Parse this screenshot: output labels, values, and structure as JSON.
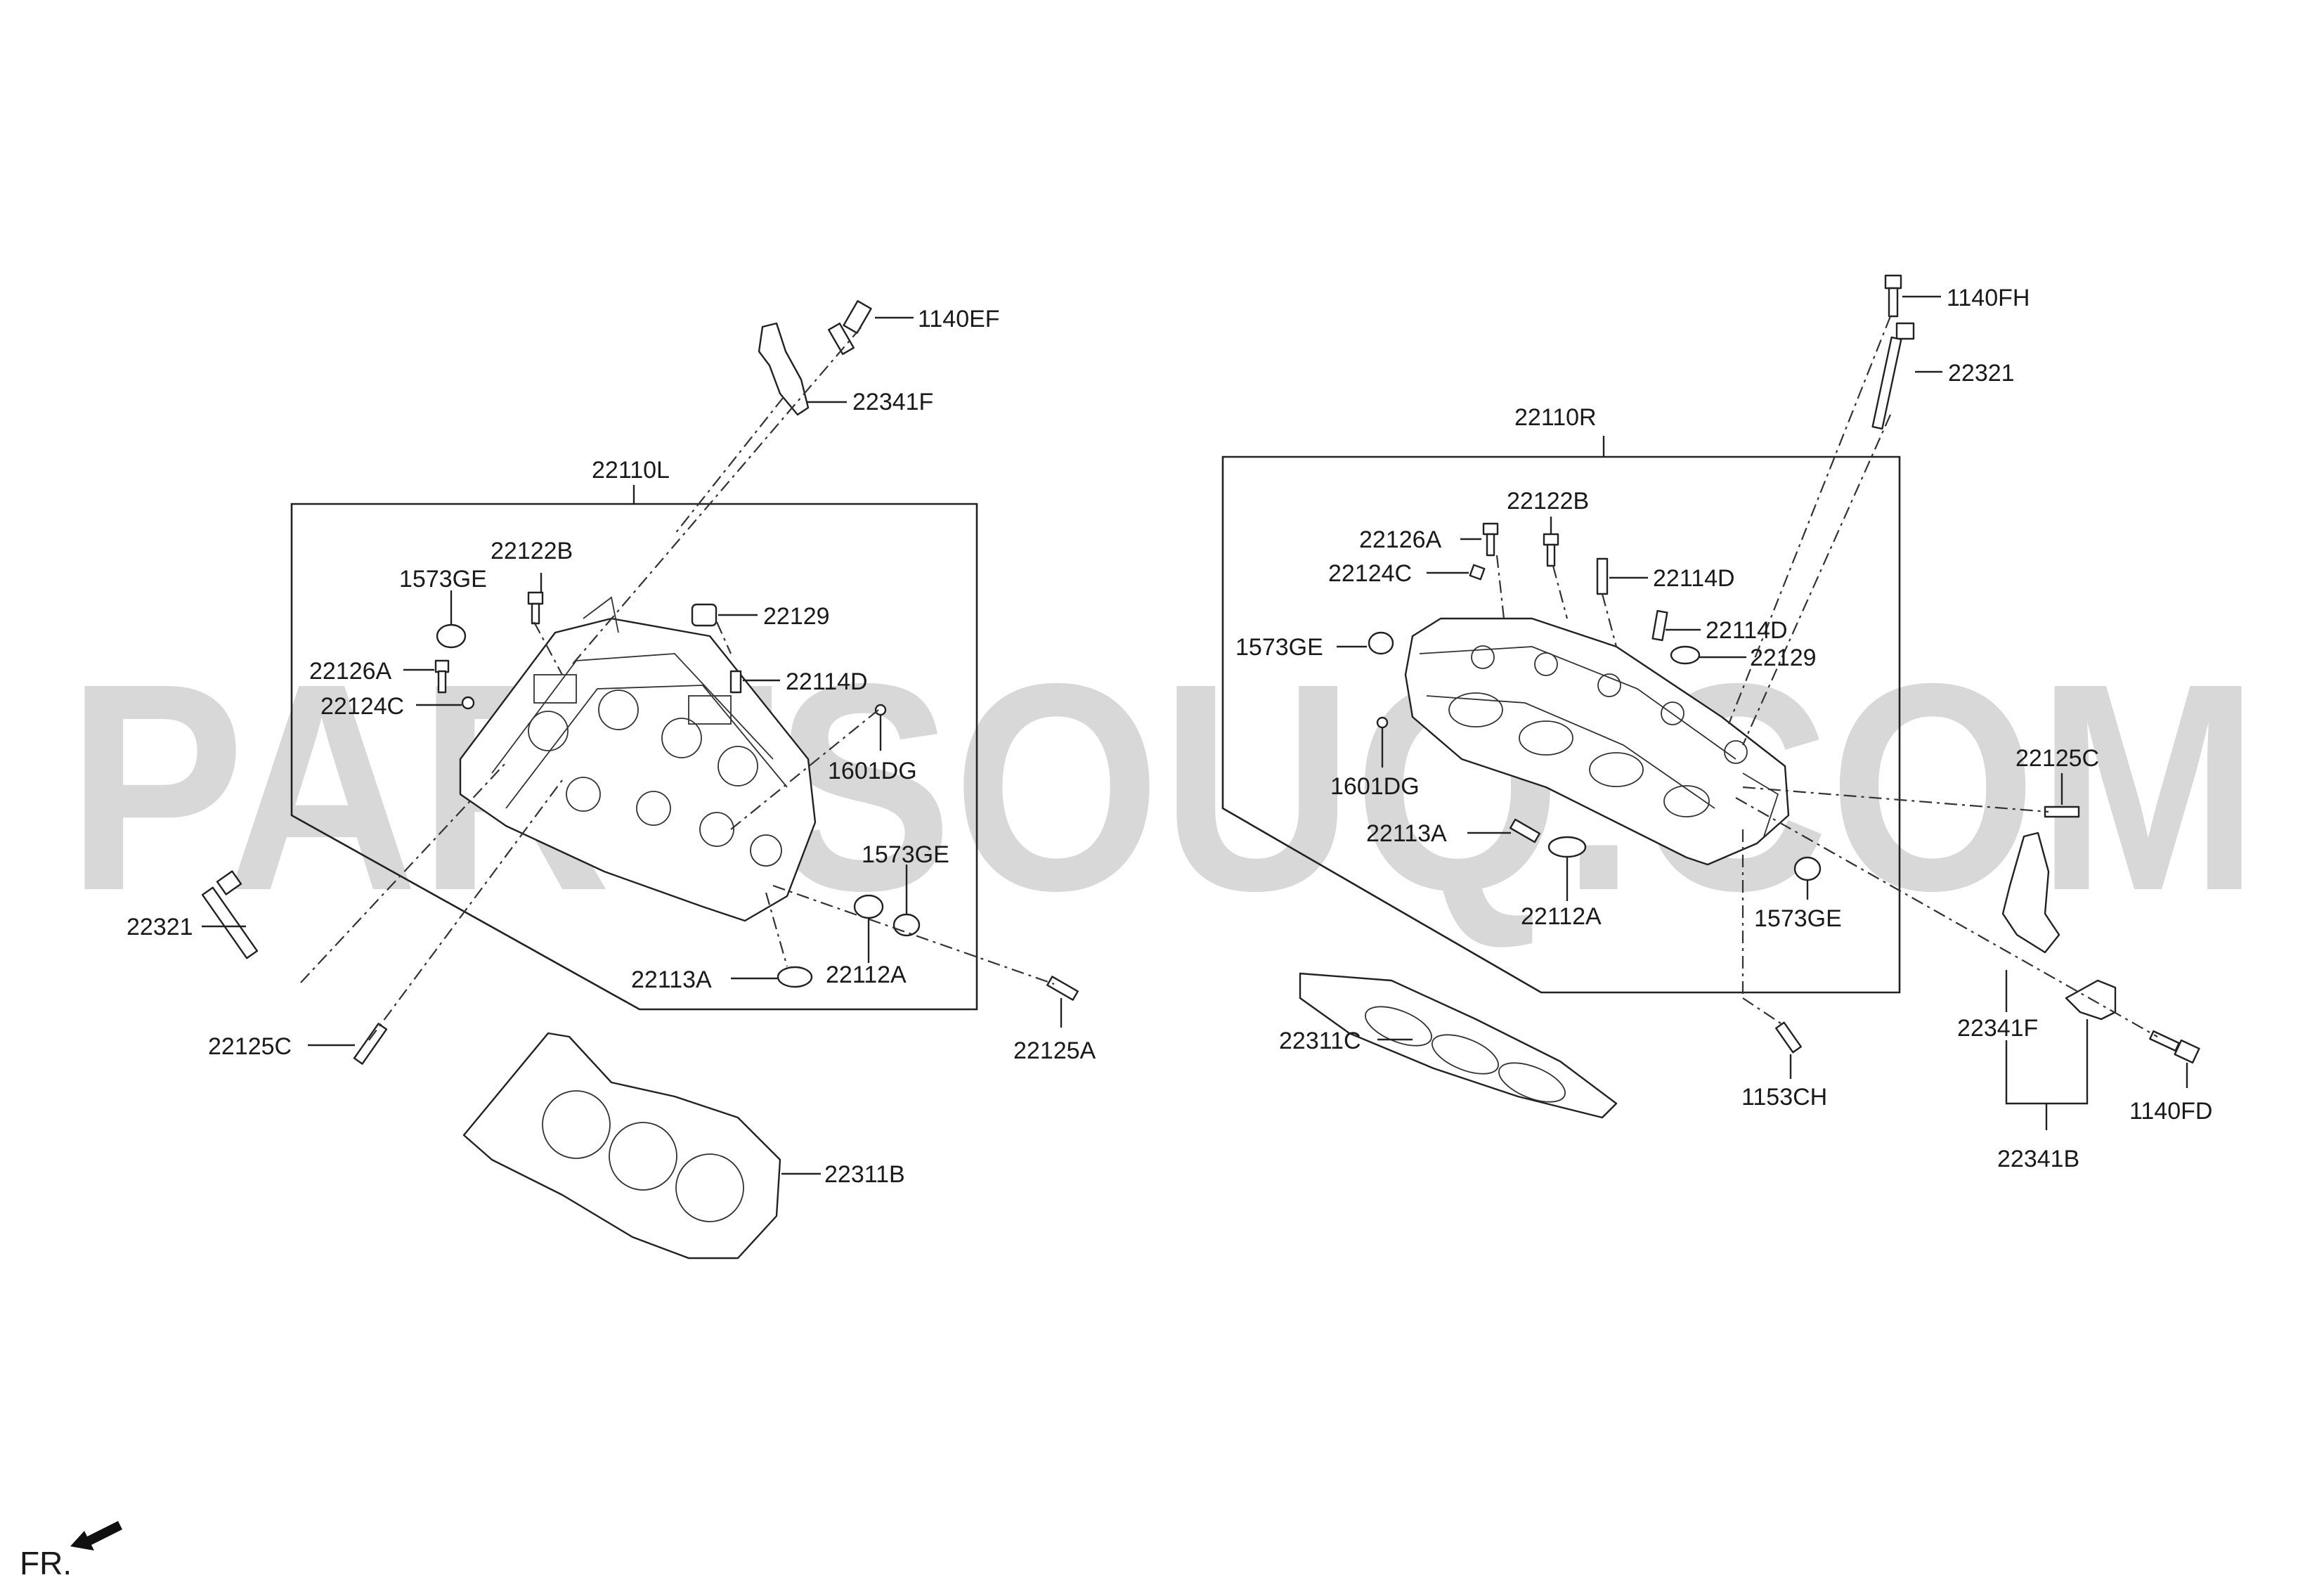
{
  "watermark": "PARTSOUQ.COM",
  "orientation_marker": "FR.",
  "left_assembly": {
    "callouts": {
      "c1140EF": "1140EF",
      "c22341F": "22341F",
      "c22110L": "22110L",
      "c22122B": "22122B",
      "c1573GE_top": "1573GE",
      "c22129": "22129",
      "c22126A": "22126A",
      "c22114D": "22114D",
      "c22124C": "22124C",
      "c1601DG": "1601DG",
      "c1573GE_bottom": "1573GE",
      "c22321": "22321",
      "c22113A": "22113A",
      "c22112A": "22112A",
      "c22125C": "22125C",
      "c22125A": "22125A",
      "c22311B": "22311B"
    }
  },
  "right_assembly": {
    "callouts": {
      "c1140FH": "1140FH",
      "c22321": "22321",
      "c22110R": "22110R",
      "c22122B": "22122B",
      "c22126A": "22126A",
      "c22124C": "22124C",
      "c22114D_top": "22114D",
      "c22114D_mid": "22114D",
      "c1573GE_top": "1573GE",
      "c22129": "22129",
      "c1601DG": "1601DG",
      "c22125C": "22125C",
      "c22113A": "22113A",
      "c22112A": "22112A",
      "c1573GE_bottom": "1573GE",
      "c22341F": "22341F",
      "c22311C": "22311C",
      "c1153CH": "1153CH",
      "c1140FD": "1140FD",
      "c22341B": "22341B"
    }
  }
}
